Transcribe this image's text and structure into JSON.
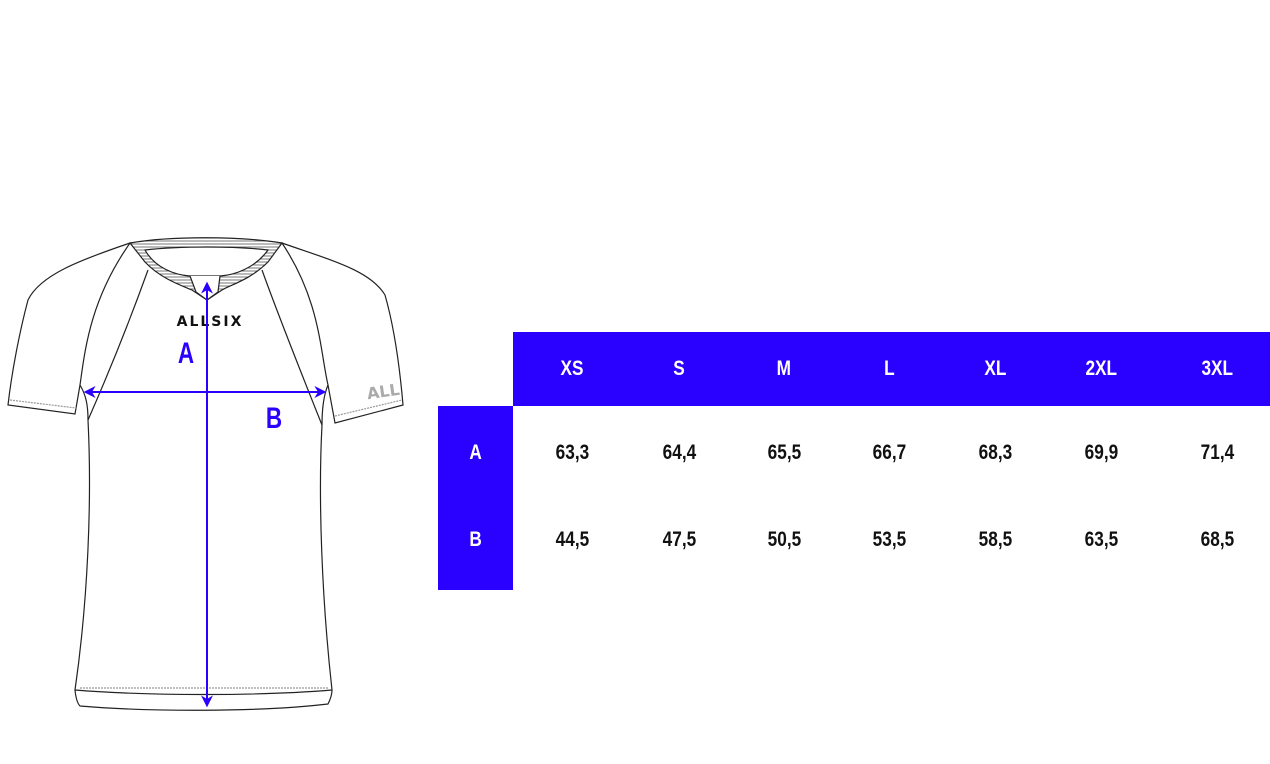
{
  "colors": {
    "accent": "#2A00FF",
    "text": "#111111",
    "outline": "#222222"
  },
  "diagram": {
    "brand": "ALLSIX",
    "sleeve_brand": "ALL",
    "label_a": "A",
    "label_b": "B"
  },
  "table": {
    "columns": [
      "XS",
      "S",
      "M",
      "L",
      "XL",
      "2XL",
      "3XL"
    ],
    "rows": [
      {
        "label": "A",
        "values": [
          "63,3",
          "64,4",
          "65,5",
          "66,7",
          "68,3",
          "69,9",
          "71,4"
        ]
      },
      {
        "label": "B",
        "values": [
          "44,5",
          "47,5",
          "50,5",
          "53,5",
          "58,5",
          "63,5",
          "68,5"
        ]
      }
    ]
  }
}
